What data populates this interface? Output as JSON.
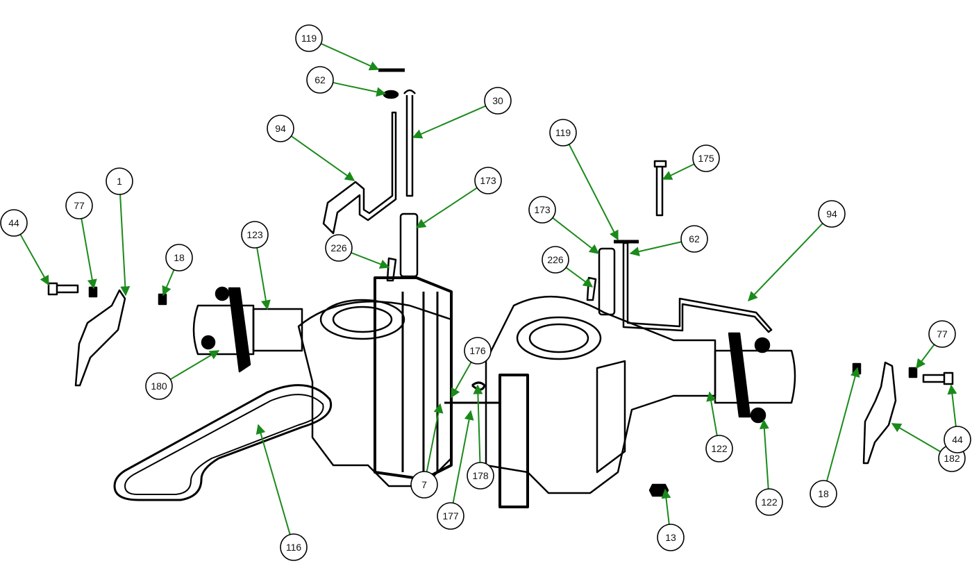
{
  "diagram": {
    "type": "exploded-parts-diagram",
    "leader_color": "#1a8a1a",
    "callouts": [
      {
        "label": "119",
        "part": "clip"
      },
      {
        "label": "62",
        "part": "washer"
      },
      {
        "label": "30",
        "part": "pin"
      },
      {
        "label": "94",
        "part": "bypass-rod"
      },
      {
        "label": "173",
        "part": "spacer-tube"
      },
      {
        "label": "119",
        "part": "clip"
      },
      {
        "label": "175",
        "part": "pin"
      },
      {
        "label": "173",
        "part": "spacer-tube"
      },
      {
        "label": "62",
        "part": "washer"
      },
      {
        "label": "94",
        "part": "bypass-rod"
      },
      {
        "label": "226",
        "part": "fitting"
      },
      {
        "label": "226",
        "part": "fitting"
      },
      {
        "label": "123",
        "part": "left-transaxle"
      },
      {
        "label": "1",
        "part": "brake-arm"
      },
      {
        "label": "77",
        "part": "nut"
      },
      {
        "label": "44",
        "part": "bolt"
      },
      {
        "label": "18",
        "part": "nut"
      },
      {
        "label": "180",
        "part": "wheel-hub-bolt"
      },
      {
        "label": "176",
        "part": "bolt"
      },
      {
        "label": "7",
        "part": "bracket"
      },
      {
        "label": "177",
        "part": "washer"
      },
      {
        "label": "178",
        "part": "nut"
      },
      {
        "label": "116",
        "part": "drive-belt"
      },
      {
        "label": "13",
        "part": "nut"
      },
      {
        "label": "122",
        "part": "right-transaxle"
      },
      {
        "label": "122",
        "part": "right-transaxle"
      },
      {
        "label": "18",
        "part": "nut"
      },
      {
        "label": "182",
        "part": "brake-arm"
      },
      {
        "label": "77",
        "part": "nut"
      },
      {
        "label": "44",
        "part": "bolt"
      }
    ]
  }
}
